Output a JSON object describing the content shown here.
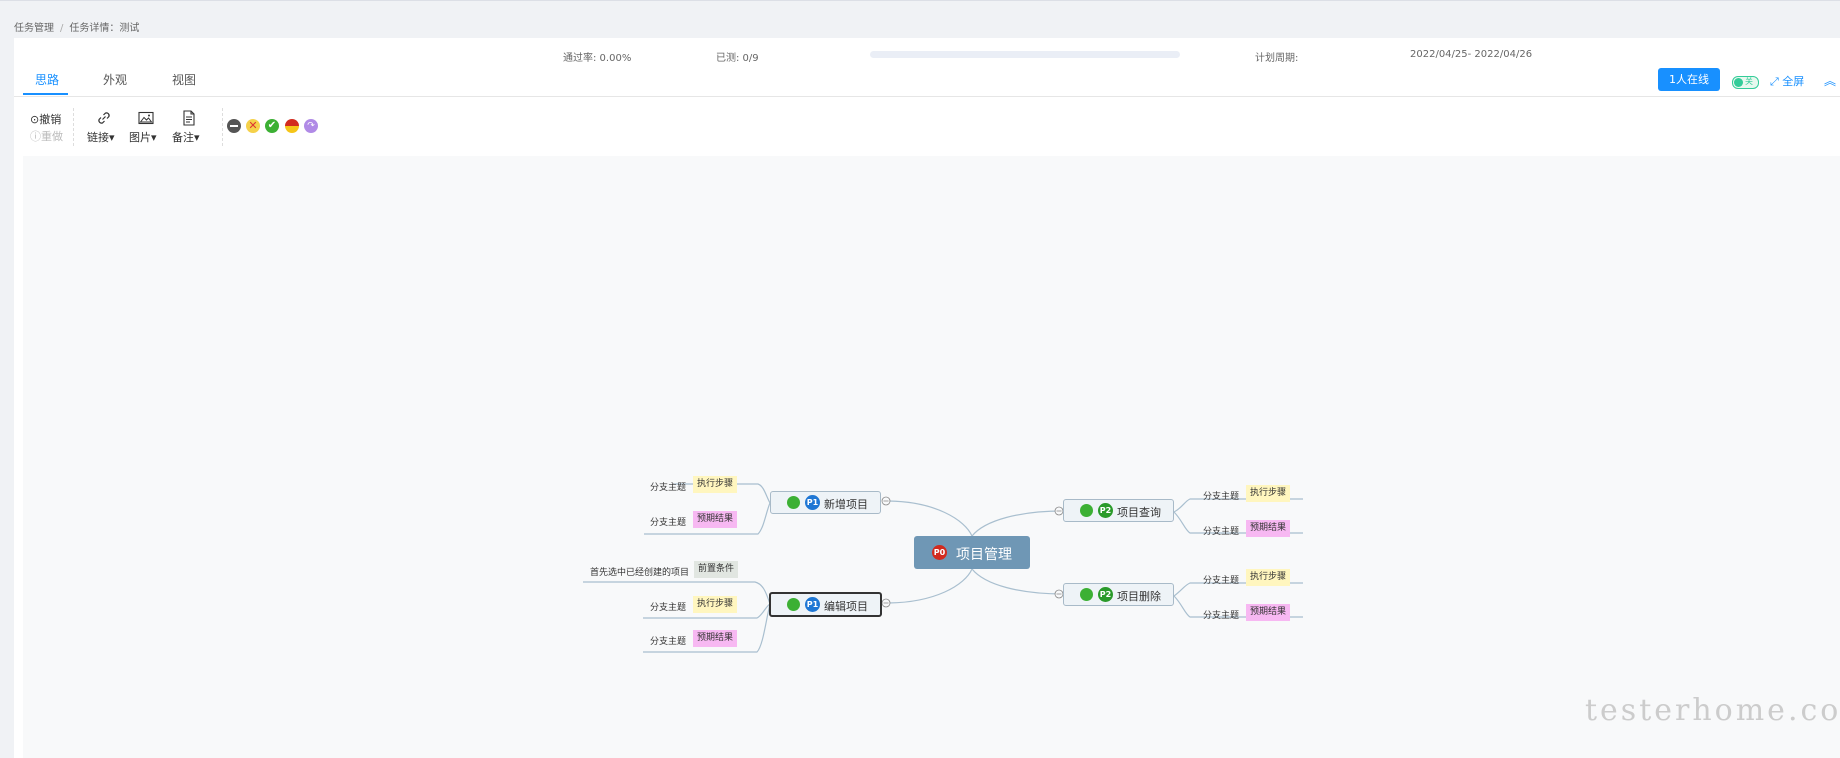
{
  "breadcrumb": {
    "root": "任务管理",
    "separator": "/",
    "current": "任务详情：测试"
  },
  "stats": {
    "pass_rate": "通过率: 0.00%",
    "executed": "已测: 0/9",
    "progress": 0.0,
    "plan_label": "计划周期:",
    "plan_dates": "2022/04/25- 2022/04/26"
  },
  "tabs": [
    {
      "label": "思路"
    },
    {
      "label": "外观"
    },
    {
      "label": "视图"
    }
  ],
  "header_actions": {
    "online": "1人在线",
    "toggle": "关",
    "fullscreen": "全屏"
  },
  "toolbar": {
    "undo": "撤销",
    "redo": "重做",
    "link": "链接",
    "image": "图片",
    "note": "备注"
  },
  "priority_icons": [
    "remove-icon",
    "cancel-icon",
    "check-icon",
    "half-icon",
    "skip-icon"
  ],
  "mindmap": {
    "root": {
      "badge": "P0",
      "label": "项目管理"
    },
    "nodes": [
      {
        "badge": "P1",
        "label": "新增项目"
      },
      {
        "badge": "P1",
        "label": "编辑项目"
      },
      {
        "badge": "P2",
        "label": "项目查询"
      },
      {
        "badge": "P2",
        "label": "项目删除"
      }
    ],
    "branch": "分支主题",
    "precondition_text": "首先选中已经创建的项目",
    "tags": {
      "steps": "执行步骤",
      "expected": "预期结果",
      "precondition": "前置条件"
    }
  },
  "colors": {
    "accent": "#1890ff",
    "success": "#3cb034",
    "root": "#6f97b5"
  },
  "watermark": "testerhome.com"
}
